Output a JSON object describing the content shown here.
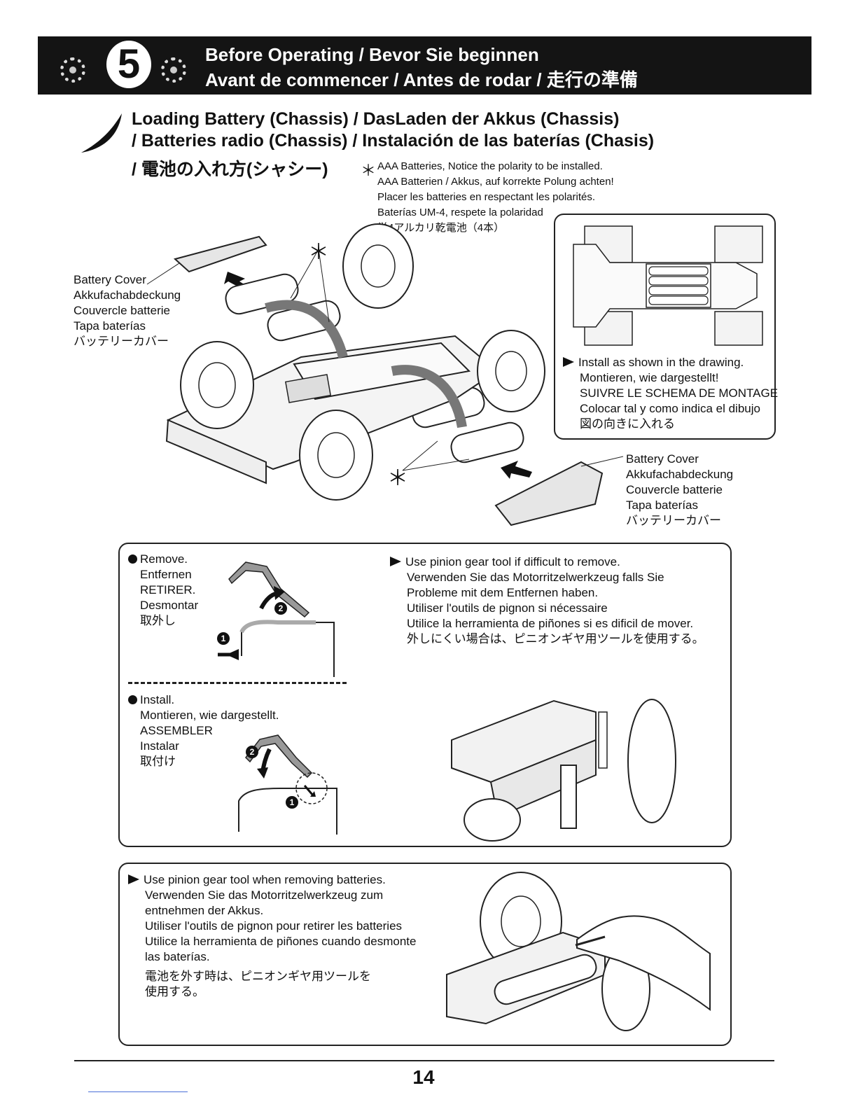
{
  "header": {
    "step_number": "5",
    "line1": "Before Operating  /  Bevor Sie beginnen",
    "line2": "Avant de commencer  /  Antes de rodar  /  走行の準備"
  },
  "section": {
    "title_line1": "Loading Battery (Chassis) / DasLaden der Akkus (Chassis)",
    "title_line2": "/ Batteries radio (Chassis) / Instalación de las baterías (Chasis)",
    "title_line3": "/ 電池の入れ方(シャシー)",
    "note_mark": "＊",
    "note_lines": [
      "AAA Batteries, Notice the polarity to be installed.",
      "AAA Batterien / Akkus, auf korrekte Polung achten!",
      "Placer les batteries en respectant les polarités.",
      "Baterías UM-4, respete la polaridad",
      "単4アルカリ乾電池（4本）"
    ]
  },
  "callouts": {
    "asterisk": "＊",
    "battery_cover_left": [
      "Battery Cover",
      "Akkufachabdeckung",
      "Couvercle batterie",
      "Tapa baterías",
      "バッテリーカバー"
    ],
    "battery_cover_right": [
      "Battery Cover",
      "Akkufachabdeckung",
      "Couvercle batterie",
      "Tapa baterías",
      "バッテリーカバー"
    ]
  },
  "install_box": {
    "lines": [
      "Install as shown in the drawing.",
      "Montieren, wie dargestellt!",
      "SUIVRE LE SCHEMA DE MONTAGE",
      "Colocar tal y como indica el dibujo",
      "図の向きに入れる"
    ]
  },
  "remove_box": {
    "remove_lines": [
      "Remove.",
      "Entfernen",
      "RETIRER.",
      "Desmontar",
      "取外し"
    ],
    "tool_lines": [
      "Use pinion gear tool if difficult to remove.",
      "Verwenden Sie das Motorritzelwerkzeug falls Sie",
      "Probleme mit dem Entfernen haben.",
      "Utiliser l'outils de pignon si nécessaire",
      "Utilice la herramienta de piñones si es dificil de mover.",
      "外しにくい場合は、ピニオンギヤ用ツールを使用する。"
    ],
    "install_lines": [
      "Install.",
      "Montieren, wie dargestellt.",
      "ASSEMBLER",
      "Instalar",
      "取付け"
    ],
    "step1": "1",
    "step2": "2"
  },
  "pinion_box": {
    "lines": [
      "Use pinion gear tool when removing batteries.",
      "Verwenden Sie das Motorritzelwerkzeug zum",
      "entnehmen der Akkus.",
      "Utiliser l'outils de pignon pour retirer les batteries",
      "Utilice la herramienta de piñones cuando desmonte",
      "las baterías."
    ],
    "jp_lines": [
      "電池を外す時は、ピニオンギヤ用ツールを",
      "使用する。"
    ]
  },
  "footer": {
    "page": "14"
  }
}
